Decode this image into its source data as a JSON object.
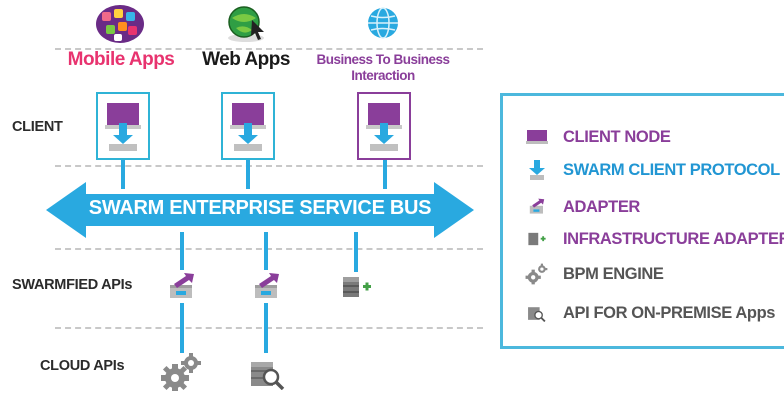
{
  "categories": {
    "mobile": {
      "label": "Mobile Apps",
      "icon": "mobile-apps-icon"
    },
    "web": {
      "label": "Web Apps",
      "icon": "globe-cursor-icon"
    },
    "b2b": {
      "label_line1": "Business To Business",
      "label_line2": "Interaction",
      "icon": "globe-icon"
    }
  },
  "rows": {
    "client": "CLIENT",
    "swarmfied": "SWARMFIED APIs",
    "cloud": "CLOUD APIs"
  },
  "bus": {
    "label": "SWARM ENTERPRISE SERVICE BUS",
    "color": "#29a9e0"
  },
  "legend": {
    "items": [
      {
        "label": "CLIENT NODE",
        "icon": "client-node-icon",
        "color": "#8a3e9a"
      },
      {
        "label": "SWARM CLIENT PROTOCOL",
        "icon": "swarm-client-protocol-icon",
        "color": "#2196d3"
      },
      {
        "label": "ADAPTER",
        "icon": "adapter-icon",
        "color": "#8a3e9a"
      },
      {
        "label": "INFRASTRUCTURE ADAPTER",
        "icon": "infrastructure-adapter-icon",
        "color": "#8a3e9a"
      },
      {
        "label": "BPM ENGINE",
        "icon": "bpm-engine-icon",
        "color": "#555555"
      },
      {
        "label": "API FOR ON-PREMISE Apps",
        "icon": "api-on-premise-icon",
        "color": "#555555"
      }
    ]
  },
  "colors": {
    "mobile_label": "#e8336f",
    "web_label": "#1a1a1a",
    "b2b_label": "#8a3e9a",
    "accent_blue": "#29a9e0",
    "purple": "#8a3e9a"
  }
}
